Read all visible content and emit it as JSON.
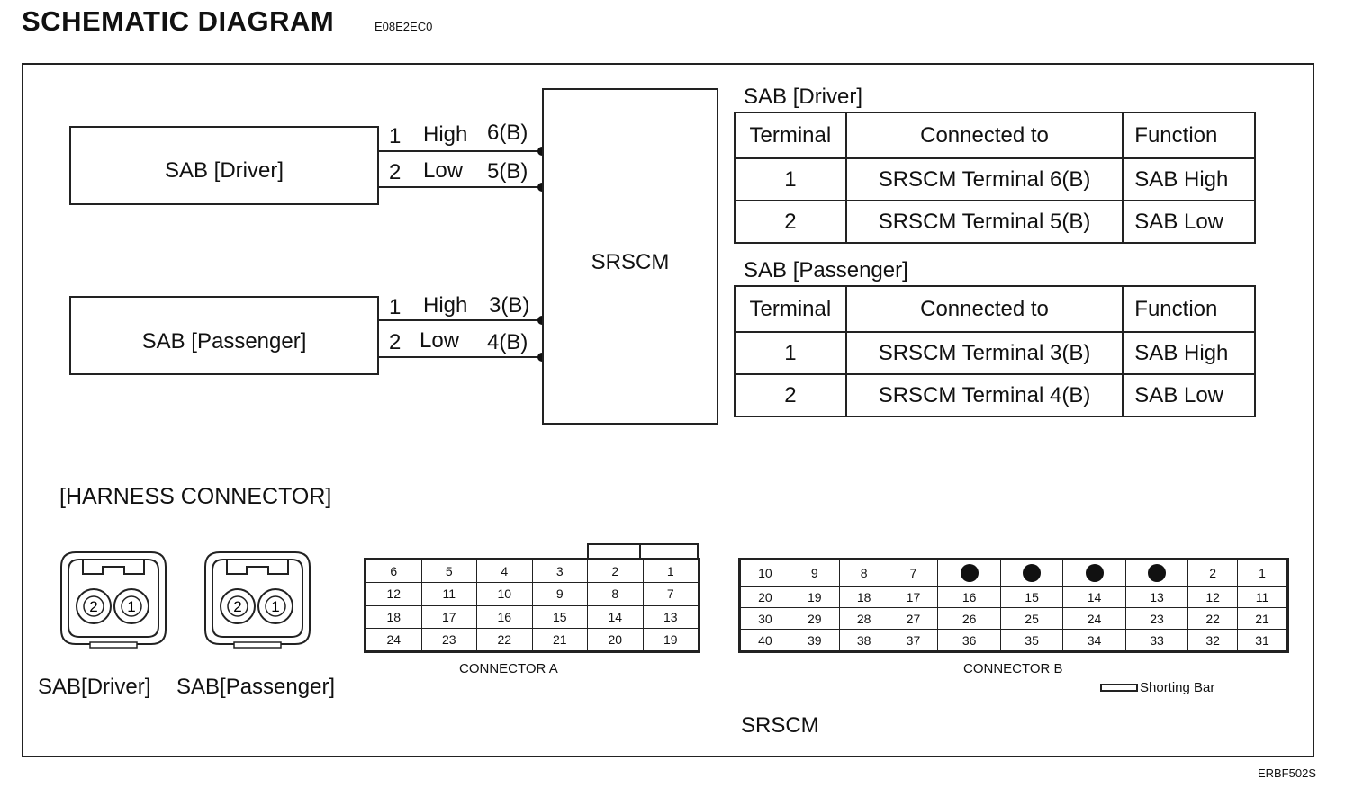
{
  "header": {
    "title": "SCHEMATIC  DIAGRAM",
    "code": "E08E2EC0"
  },
  "schematic": {
    "driver_box": "SAB [Driver]",
    "passenger_box": "SAB [Passenger]",
    "module_box": "SRSCM",
    "driver_wires": [
      {
        "pin": "1",
        "name": "High",
        "terminal": "6(B)"
      },
      {
        "pin": "2",
        "name": "Low",
        "terminal": "5(B)"
      }
    ],
    "passenger_wires": [
      {
        "pin": "1",
        "name": "High",
        "terminal": "3(B)"
      },
      {
        "pin": "2",
        "name": "Low",
        "terminal": "4(B)"
      }
    ]
  },
  "tables": {
    "driver": {
      "title": "SAB [Driver]",
      "headers": [
        "Terminal",
        "Connected to",
        "Function"
      ],
      "rows": [
        [
          "1",
          "SRSCM Terminal 6(B)",
          "SAB High"
        ],
        [
          "2",
          "SRSCM Terminal 5(B)",
          "SAB Low"
        ]
      ]
    },
    "passenger": {
      "title": "SAB [Passenger]",
      "headers": [
        "Terminal",
        "Connected to",
        "Function"
      ],
      "rows": [
        [
          "1",
          "SRSCM Terminal 3(B)",
          "SAB High"
        ],
        [
          "2",
          "SRSCM Terminal 4(B)",
          "SAB Low"
        ]
      ]
    }
  },
  "harness": {
    "title": "[HARNESS CONNECTOR]",
    "sab_driver_label": "SAB[Driver]",
    "sab_passenger_label": "SAB[Passenger]",
    "sab_pins": [
      "2",
      "1"
    ],
    "connector_a": {
      "label": "CONNECTOR A",
      "rows": [
        [
          "6",
          "5",
          "4",
          "3",
          "2",
          "1"
        ],
        [
          "12",
          "11",
          "10",
          "9",
          "8",
          "7"
        ],
        [
          "18",
          "17",
          "16",
          "15",
          "14",
          "13"
        ],
        [
          "24",
          "23",
          "22",
          "21",
          "20",
          "19"
        ]
      ]
    },
    "connector_b": {
      "label": "CONNECTOR B",
      "rows": [
        [
          "10",
          "9",
          "8",
          "7",
          "●",
          "●",
          "●",
          "●",
          "2",
          "1"
        ],
        [
          "20",
          "19",
          "18",
          "17",
          "16",
          "15",
          "14",
          "13",
          "12",
          "11"
        ],
        [
          "30",
          "29",
          "28",
          "27",
          "26",
          "25",
          "24",
          "23",
          "22",
          "21"
        ],
        [
          "40",
          "39",
          "38",
          "37",
          "36",
          "35",
          "34",
          "33",
          "32",
          "31"
        ]
      ]
    },
    "shorting_bar_label": "Shorting Bar",
    "module_label": "SRSCM"
  },
  "footer_code": "ERBF502S"
}
